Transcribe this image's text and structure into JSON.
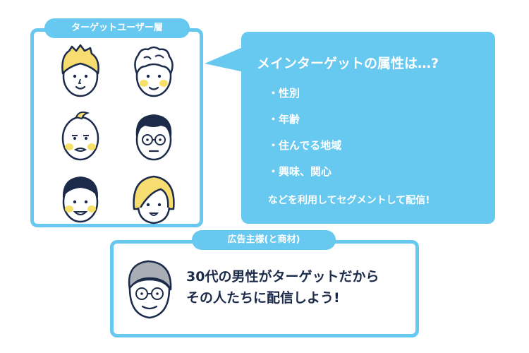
{
  "target_group": {
    "label": "ターゲットユーザー層",
    "faces": [
      "blonde-man-face-icon",
      "grey-haired-man-face-icon",
      "bald-man-face-icon",
      "glasses-man-face-icon",
      "dark-haired-man-face-icon",
      "blonde-bob-face-icon"
    ]
  },
  "speech_bubble": {
    "heading": "メインターゲットの属性は…?",
    "attributes": [
      "・性別",
      "・年齢",
      "・住んでる地域",
      "・興味、関心"
    ],
    "footer": "などを利用してセグメントして配信!"
  },
  "advertiser": {
    "label": "広告主様(と商材)",
    "face": "grey-haired-glasses-man-face-icon",
    "message_line1": "30代の男性がターゲットだから",
    "message_line2": "その人たちに配信しよう!"
  },
  "colors": {
    "accent": "#67c8f0",
    "text_dark": "#1c2b4a",
    "hair_blonde": "#f7dc6f",
    "hair_dark": "#1c2b4a",
    "hair_grey": "#a9adb6",
    "cheek": "#f7e06a",
    "skin": "#ffffff"
  }
}
